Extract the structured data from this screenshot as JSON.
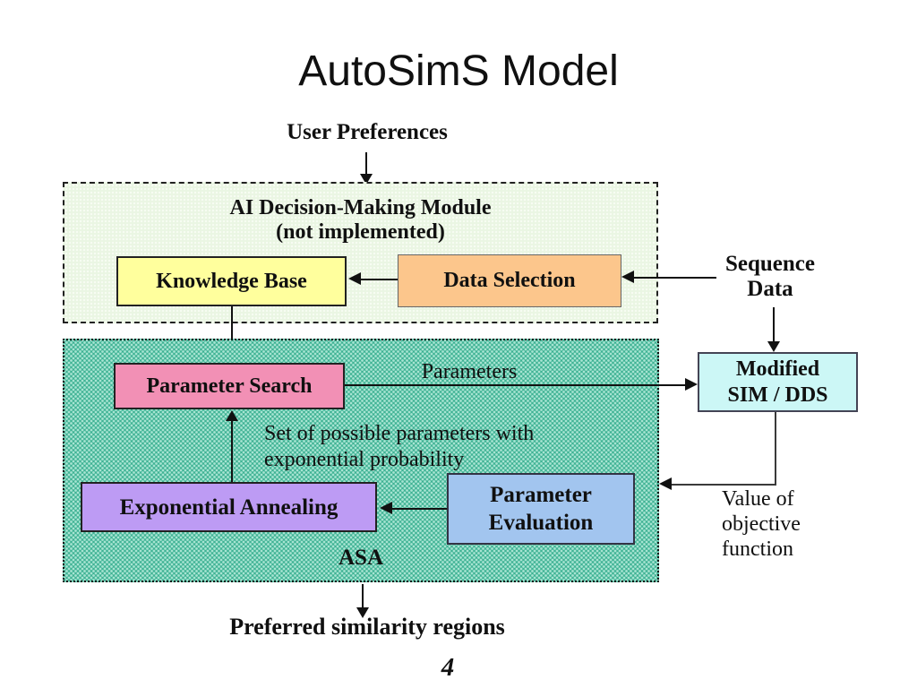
{
  "slide": {
    "title": "AutoSimS Model",
    "page_number": "4"
  },
  "annotations": {
    "user_preferences": "User Preferences",
    "sequence_data": "Sequence\nData",
    "parameters": "Parameters",
    "set_of_possible": "Set of possible parameters with\nexponential probability",
    "value_of_objective": "Value of\nobjective\nfunction",
    "asa": "ASA",
    "preferred_similarity_regions": "Preferred similarity regions"
  },
  "ai_module": {
    "title": "AI Decision-Making Module",
    "subtitle": "(not implemented)",
    "knowledge_base": "Knowledge Base",
    "data_selection": "Data Selection"
  },
  "asa_module": {
    "parameter_search": "Parameter Search",
    "exponential_annealing": "Exponential Annealing",
    "parameter_evaluation": "Parameter\nEvaluation"
  },
  "external": {
    "modified_sim_dds": "Modified\nSIM / DDS"
  },
  "colors": {
    "ai_module_fill": "#eaf6e3",
    "asa_module_fill": "#3fb294",
    "asa_module_dot": "#a7e4d2",
    "knowledge_base_fill": "#ffff9d",
    "data_selection_fill": "#fcc68c",
    "parameter_search_fill": "#f290b5",
    "exponential_annealing_fill": "#bd9bf4",
    "parameter_evaluation_fill": "#a2c5ef",
    "modified_sim_dds_fill": "#ccf7f6"
  }
}
